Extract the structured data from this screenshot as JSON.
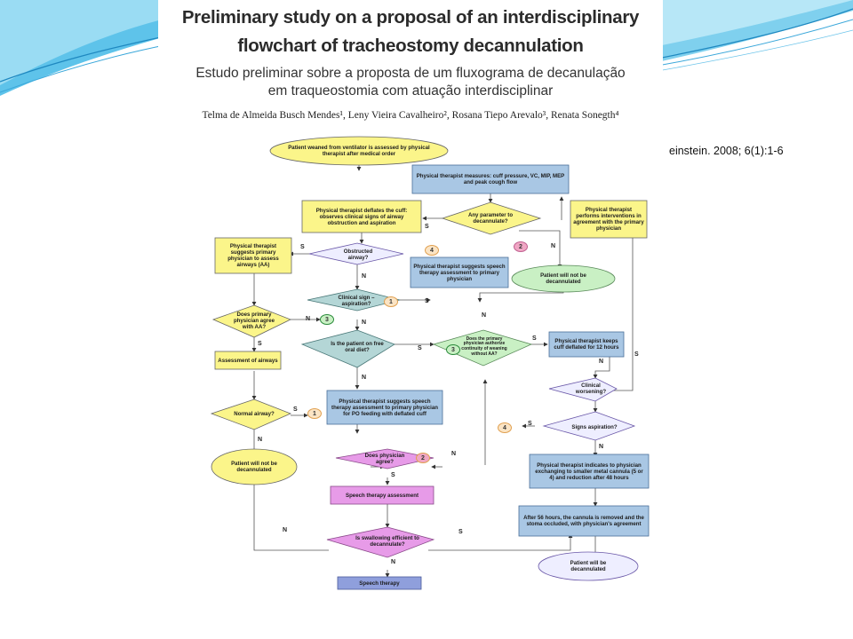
{
  "header": {
    "title_line1": "Preliminary study on a proposal of an interdisciplinary",
    "title_line2": "flowchart of tracheostomy decannulation",
    "subtitle_line1": "Estudo preliminar sobre a proposta de um fluxograma de decanulação",
    "subtitle_line2": "em traqueostomia com atuação interdisciplinar",
    "authors": "Telma de Almeida Busch Mendes¹, Leny Vieira Cavalheiro², Rosana Tiepo Arevalo³, Renata Sonegth⁴"
  },
  "citation": "einstein. 2008; 6(1):1-6",
  "colors": {
    "yellow": "#fbf58a",
    "blue": "#a9c7e4",
    "teal": "#b4d6d6",
    "pink": "#e79be8",
    "green": "#c9f0c4",
    "lavender": "#eeeeff",
    "indigo": "#8f9fdc",
    "orange": "#f4a259",
    "pink_circle": "#f0a6c4"
  },
  "nodes": {
    "start": "Patient weaned from ventilator is assessed by physical therapist after medical order",
    "measure": "Physical therapist measures: cuff pressure, VC, MIP, MEP and peak cough flow",
    "any_param": "Any parameter to decannulate?",
    "deflate": "Physical therapist deflates the cuff: observes clinical signs of airway obstruction and aspiration",
    "interventions": "Physical therapist performs interventions in agreement with the primary physician",
    "suggests_aa": "Physical therapist suggests primary physician to assess airways (AA)",
    "obstructed": "Obstructed airway?",
    "suggest_speech": "Physical therapist suggests speech therapy assessment to primary physician",
    "not_decan_green": "Patient will not be decannulated",
    "clinical_sign": "Clinical sign – aspiration?",
    "agrees_aa": "Does primary physician agree with AA?",
    "free_oral": "Is the patient on free oral diet?",
    "authorize": "Does the primary physician authorize continuity of weaning without AA?",
    "keeps_cuff": "Physical therapist keeps cuff deflated for 12 hours",
    "assessment_airways": "Assessment of airways",
    "clinical_worsening": "Clinical worsening?",
    "normal_airway": "Normal airway?",
    "suggest_po": "Physical therapist suggests speech therapy assessment to primary physician for PO feeding with deflated cuff",
    "signs_aspiration": "Signs aspiration?",
    "not_decan_yellow": "Patient will not be decannulated",
    "physician_agree": "Does physician agree?",
    "indicates": "Physical therapist indicates to physician exchanging to smaller metal cannula (5 or 4) and reduction after 48 hours",
    "speech_assessment": "Speech therapy assessment",
    "after56": "After 56 hours, the cannula is removed and the stoma occluded, with physician's agreement",
    "swallowing": "Is swallowing efficient to decannulate?",
    "will_be": "Patient will be decannulated",
    "speech_therapy": "Speech therapy"
  },
  "edges": {
    "s": "S",
    "n": "N"
  },
  "markers": {
    "m1": "1",
    "m2": "2",
    "m3": "3",
    "m4": "4"
  }
}
